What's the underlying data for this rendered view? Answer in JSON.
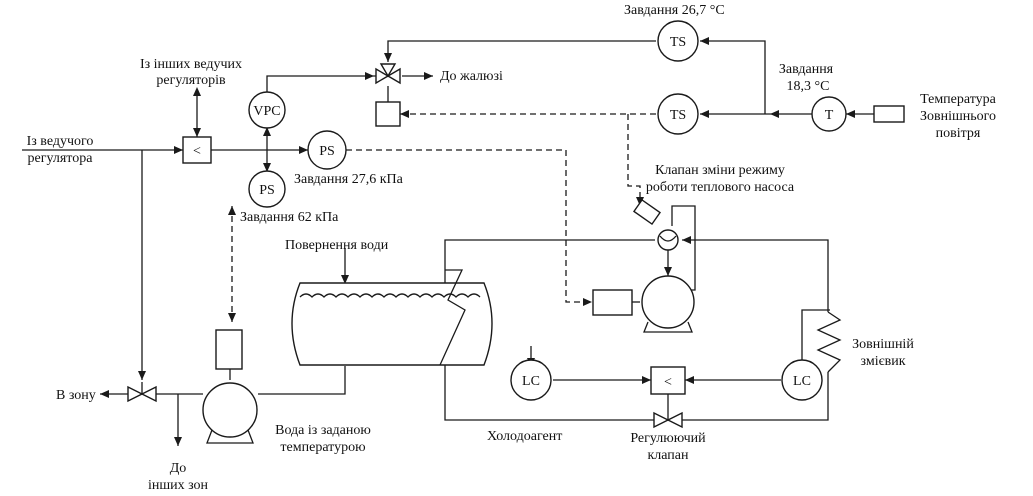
{
  "instruments": {
    "vpc": "VPC",
    "ps_main": "PS",
    "ps_pump": "PS",
    "ts_top": "TS",
    "ts_mid": "TS",
    "t": "T",
    "lc_left": "LC",
    "lc_right": "LC"
  },
  "labels": {
    "from_other_leading": [
      "Із інших ведучих",
      "регуляторів"
    ],
    "from_leading": [
      "Із ведучого",
      "регулятора"
    ],
    "setpoint_26_7": "Завдання 26,7 °С",
    "setpoint_18_3": [
      "Завдання",
      "18,3 °С"
    ],
    "to_louvers": "До жалюзі",
    "outdoor_temp": [
      "Температура",
      "Зовнішнього",
      "повітря"
    ],
    "setpoint_27_6": "Завдання 27,6 кПа",
    "setpoint_62": "Завдання 62 кПа",
    "heat_pump_valve": [
      "Клапан зміни режиму",
      "роботи теплового насоса"
    ],
    "water_return": "Повернення води",
    "external_coil": [
      "Зовнішній",
      "змієвик"
    ],
    "to_zone": "В зону",
    "to_other_zones": [
      "До",
      "інших зон"
    ],
    "water_set_temp": [
      "Вода із заданою",
      "температурою"
    ],
    "refrigerant": "Холодоагент",
    "regulating_valve": [
      "Регулюючий",
      "клапан"
    ],
    "selector_symbol": "<"
  }
}
